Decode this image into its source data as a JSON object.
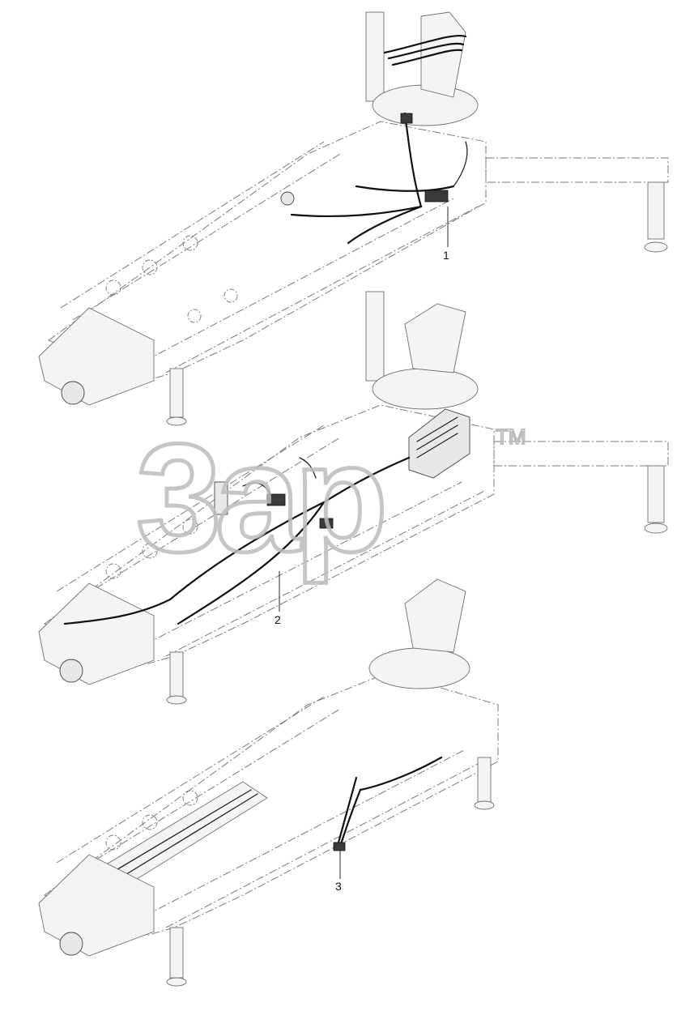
{
  "diagram": {
    "views": [
      {
        "callout": "1"
      },
      {
        "callout": "2"
      },
      {
        "callout": "3"
      }
    ],
    "watermark": {
      "text": "3ap",
      "mark": "TM"
    }
  },
  "colors": {
    "line": "#7a7a7a",
    "harness": "#111111",
    "watermark": "#bdbdbd"
  }
}
